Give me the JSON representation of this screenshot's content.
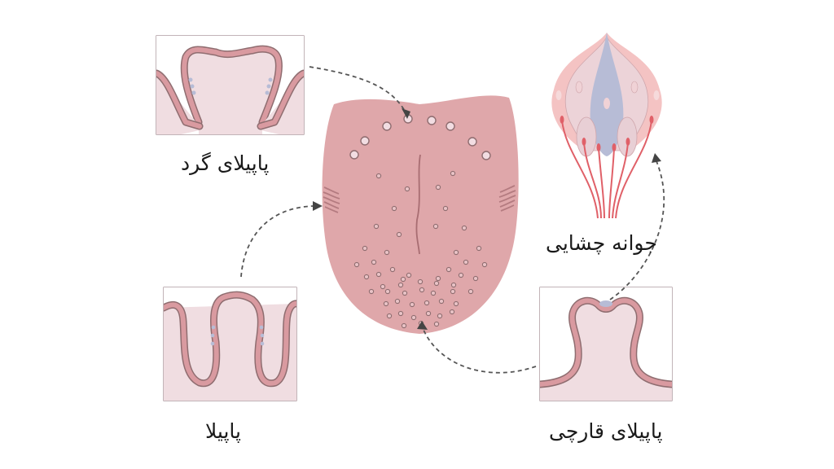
{
  "title": "Tongue papillae and taste bud",
  "labels": {
    "circumvallate": "پاپیلای گرد",
    "foliate": "پاپیلا",
    "fungiform": "پاپیلای قارچی",
    "taste_bud": "جوانه چشایی"
  },
  "colors": {
    "tongue": "#dfa7aa",
    "papilla_fill": "#f0dde1",
    "papilla_outline": "#8f6d70",
    "papilla_tissue": "#d99aa0",
    "taste_receptor": "#b7bcd6",
    "nerve": "#e06068",
    "arrow": "#555555"
  }
}
